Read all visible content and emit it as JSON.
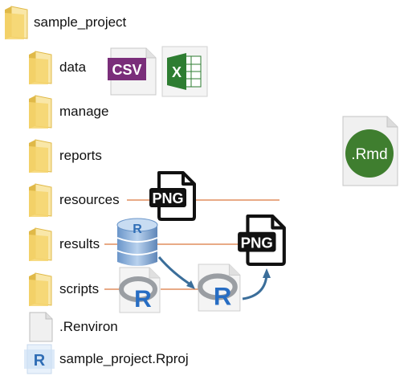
{
  "tree": {
    "root": {
      "label": "sample_project",
      "icon": "folder-icon"
    },
    "items": [
      {
        "label": "data",
        "icon": "folder-icon"
      },
      {
        "label": "manage",
        "icon": "folder-icon"
      },
      {
        "label": "reports",
        "icon": "folder-icon"
      },
      {
        "label": "resources",
        "icon": "folder-icon"
      },
      {
        "label": "results",
        "icon": "folder-icon"
      },
      {
        "label": "scripts",
        "icon": "folder-icon"
      },
      {
        "label": ".Renviron",
        "icon": "file-icon"
      },
      {
        "label": "sample_project.Rproj",
        "icon": "rproj-icon"
      }
    ]
  },
  "icons": {
    "csv": "CSV",
    "excel": "X",
    "rmd": ".Rmd",
    "png": "PNG",
    "r": "R"
  },
  "colors": {
    "folder_light": "#f9e7a8",
    "folder_dark": "#e0b948",
    "connector": "#d9773d",
    "arrow": "#3b6e9a",
    "rmd_green": "#3f7e2f",
    "csv_purple": "#7a2e7a",
    "excel_green": "#2e7d32"
  }
}
